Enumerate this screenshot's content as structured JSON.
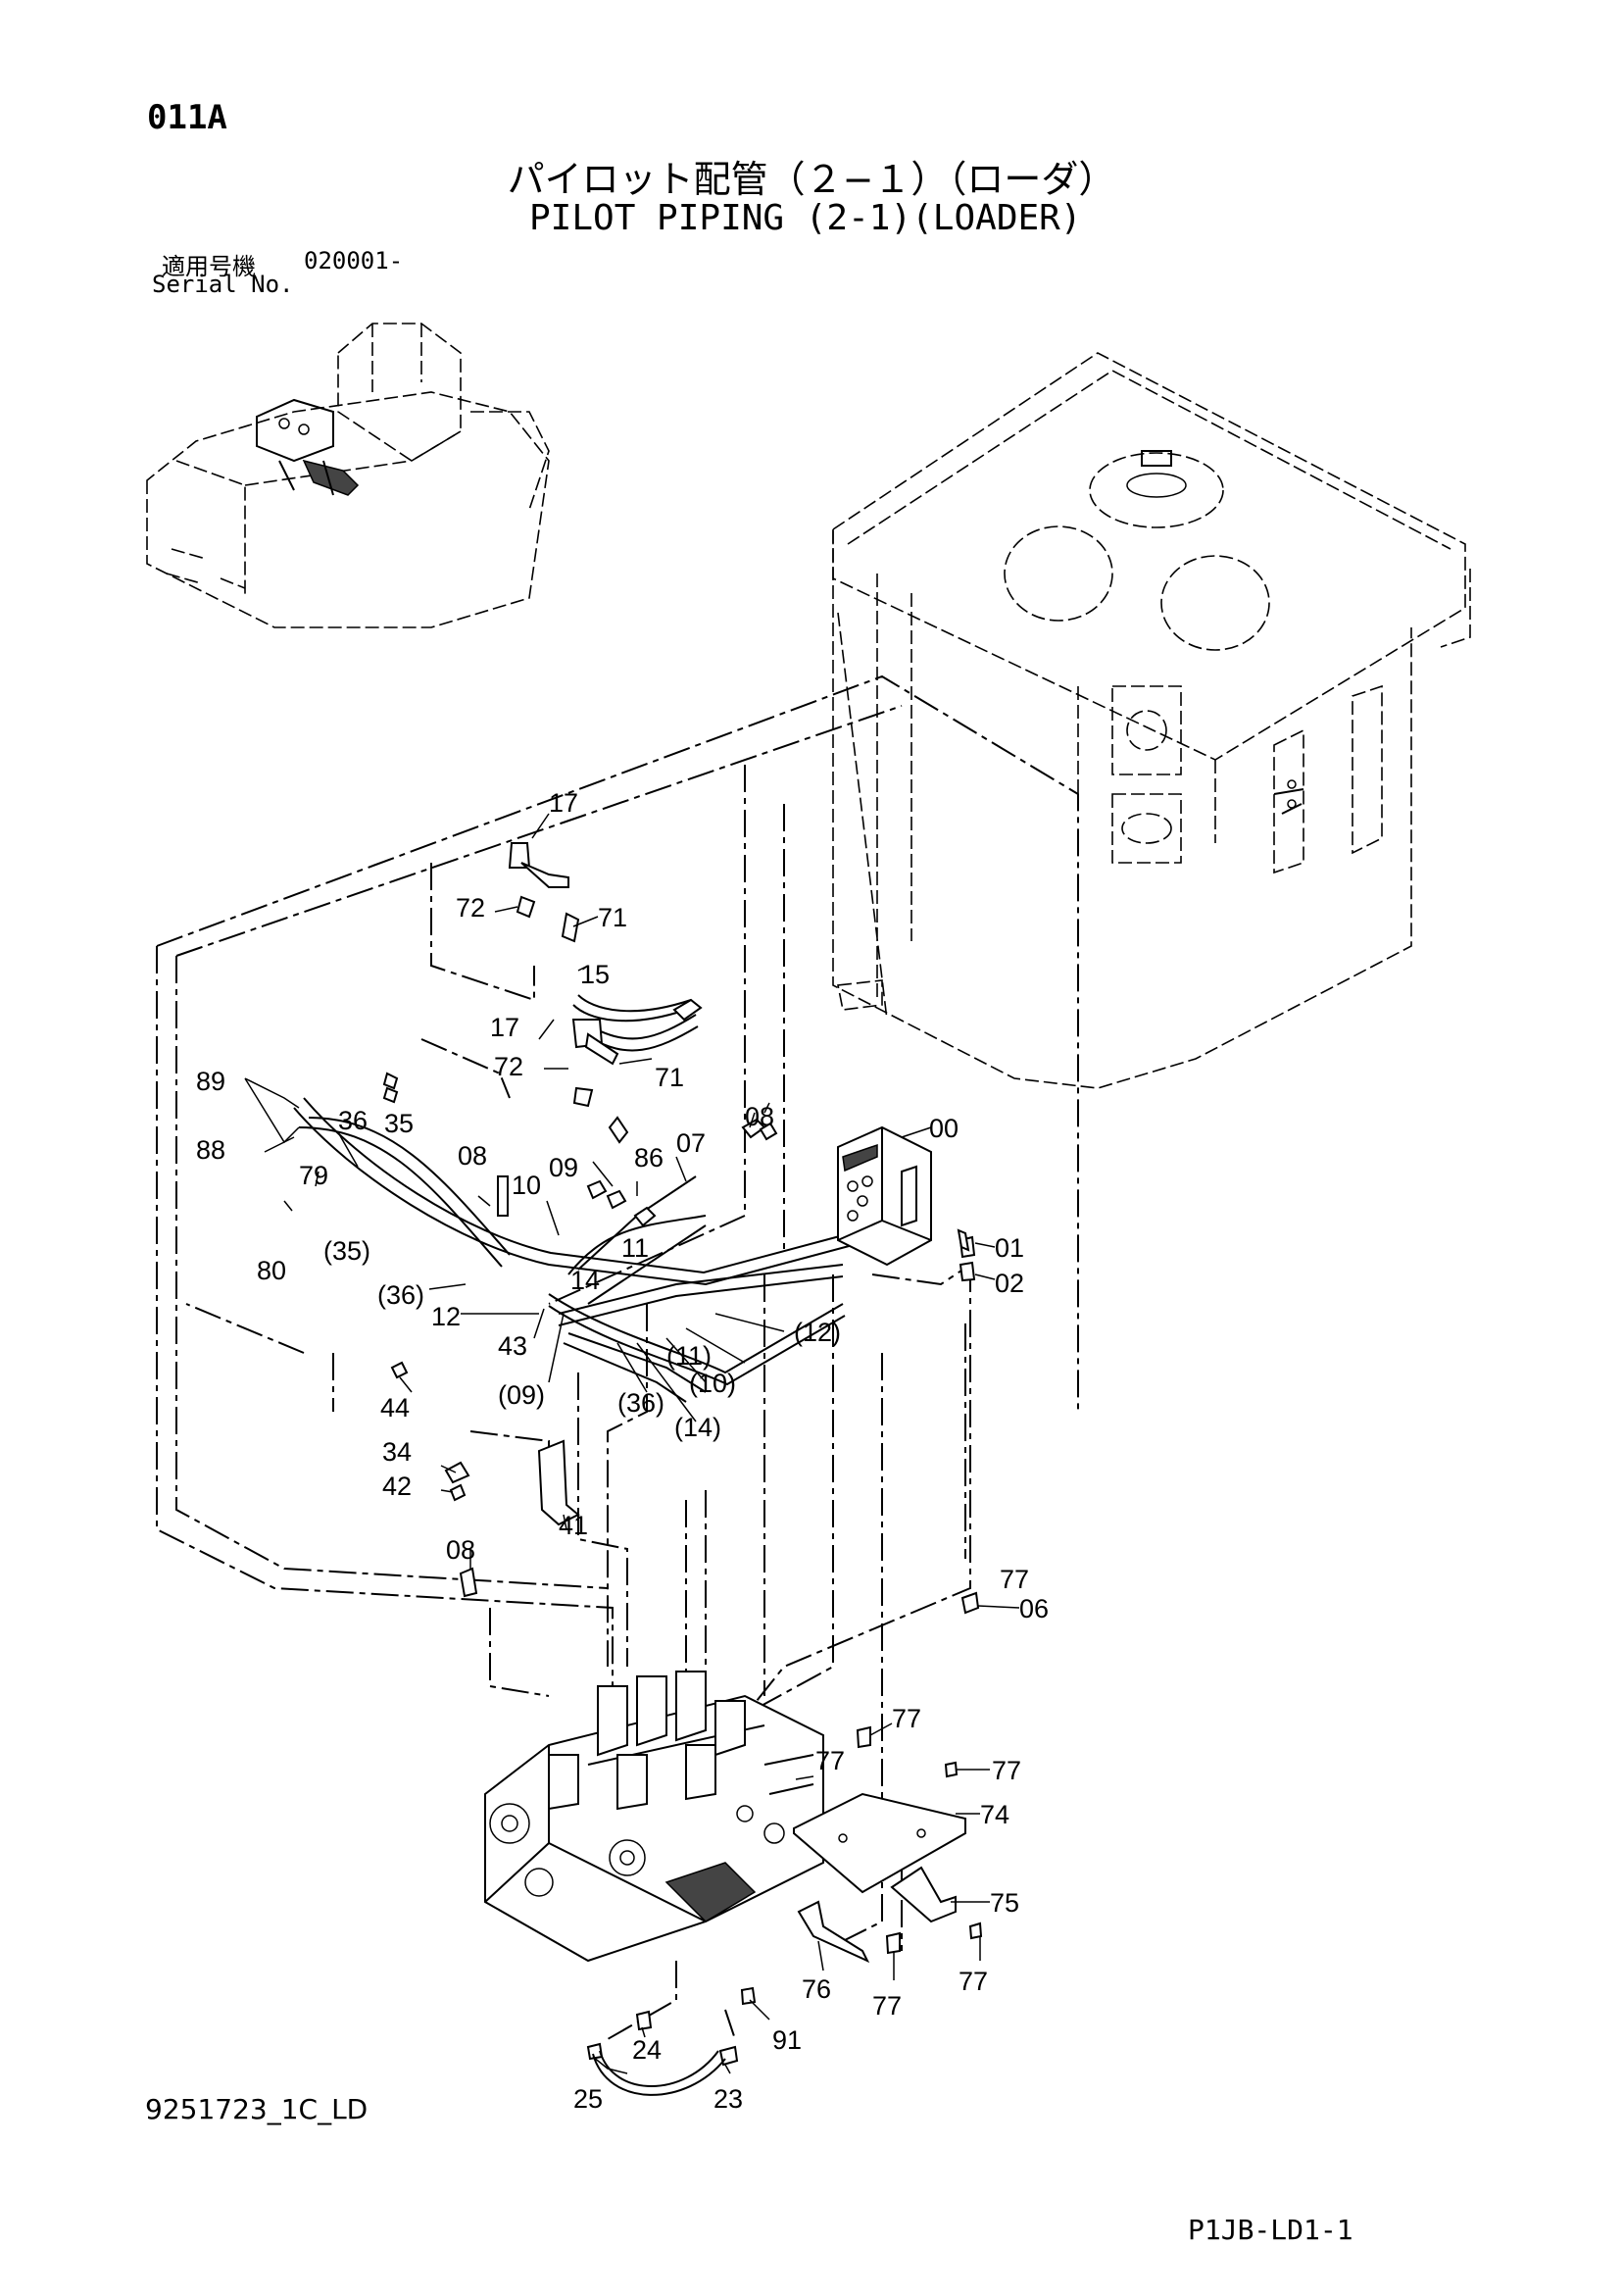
{
  "header": {
    "page_code": "011A",
    "title_jp": "パイロット配管（２−１）（ローダ）",
    "title_en": "PILOT PIPING (2-1)(LOADER)",
    "serial_label_jp": "適用号機",
    "serial_value": "020001-",
    "serial_label_en": "Serial No."
  },
  "footer": {
    "drawing_no": "9251723_1C_LD",
    "sheet_code": "P1JB-LD1-1"
  },
  "callouts": [
    "17",
    "72",
    "71",
    "15",
    "17",
    "72",
    "71",
    "89",
    "36",
    "35",
    "88",
    "79",
    "80",
    "(35)",
    "08",
    "10",
    "09",
    "86",
    "07",
    "08",
    "00",
    "11",
    "14",
    "01",
    "02",
    "(36)",
    "12",
    "43",
    "(12)",
    "(11)",
    "(10)",
    "(09)",
    "(36)",
    "(14)",
    "44",
    "34",
    "42",
    "41",
    "08",
    "06",
    "77",
    "77",
    "77",
    "74",
    "75",
    "76",
    "77",
    "77",
    "77",
    "24",
    "91",
    "25",
    "23"
  ],
  "icons": [
    "machine-location-thumbnail",
    "hydraulic-tank",
    "control-valve",
    "pilot-valve",
    "hose-assembly"
  ]
}
